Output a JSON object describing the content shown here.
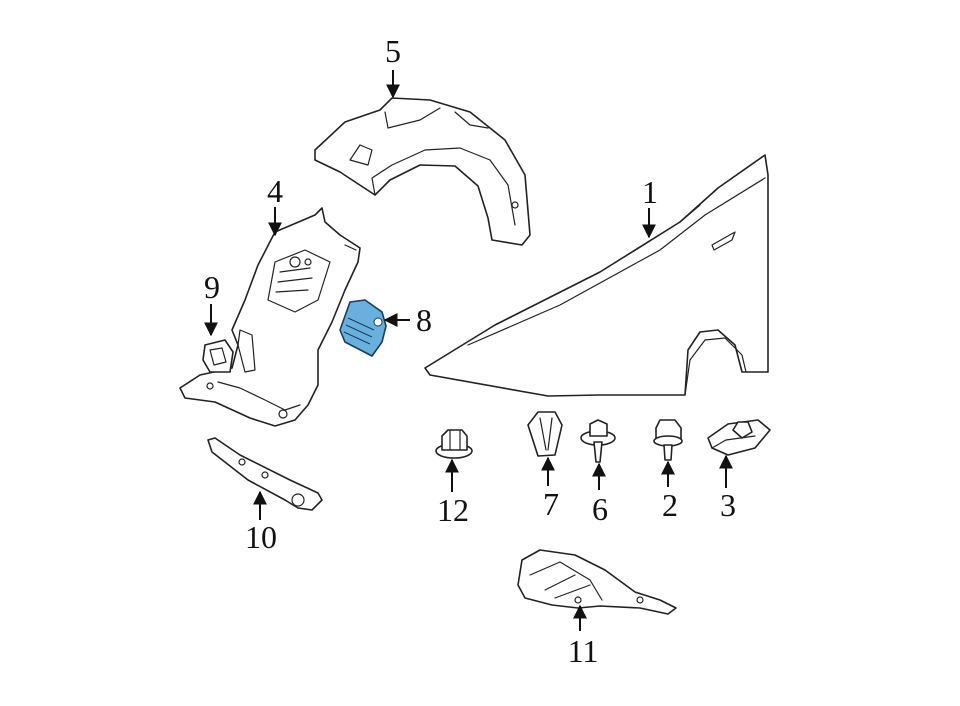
{
  "callouts": {
    "c1": "1",
    "c2": "2",
    "c3": "3",
    "c4": "4",
    "c5": "5",
    "c6": "6",
    "c7": "7",
    "c8": "8",
    "c9": "9",
    "c10": "10",
    "c11": "11",
    "c12": "12"
  },
  "colors": {
    "highlight": "#6ab0de",
    "line": "#222222",
    "background": "#ffffff"
  }
}
